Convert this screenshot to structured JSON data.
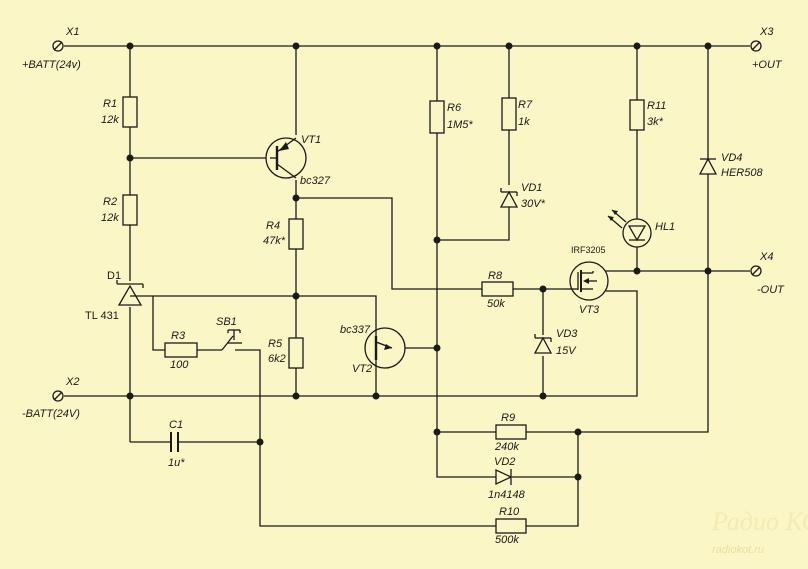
{
  "terminals": {
    "x1": {
      "ref": "X1",
      "label": "+BATT(24v)"
    },
    "x2": {
      "ref": "X2",
      "label": "-BATT(24V)"
    },
    "x3": {
      "ref": "X3",
      "label": "+OUT"
    },
    "x4": {
      "ref": "X4",
      "label": "-OUT"
    }
  },
  "components": {
    "r1": {
      "ref": "R1",
      "value": "12k"
    },
    "r2": {
      "ref": "R2",
      "value": "12k"
    },
    "r3": {
      "ref": "R3",
      "value": "100"
    },
    "r4": {
      "ref": "R4",
      "value": "47k*"
    },
    "r5": {
      "ref": "R5",
      "value": "6k2"
    },
    "r6": {
      "ref": "R6",
      "value": "1M5*"
    },
    "r7": {
      "ref": "R7",
      "value": "1k"
    },
    "r8": {
      "ref": "R8",
      "value": "50k"
    },
    "r9": {
      "ref": "R9",
      "value": "240k"
    },
    "r10": {
      "ref": "R10",
      "value": "500k"
    },
    "r11": {
      "ref": "R11",
      "value": "3k*"
    },
    "vt1": {
      "ref": "VT1",
      "value": "bc327"
    },
    "vt2": {
      "ref": "VT2",
      "value": "bc337"
    },
    "vt3": {
      "ref": "VT3",
      "value": "IRF3205"
    },
    "d1": {
      "ref": "D1",
      "value": "TL 431"
    },
    "vd1": {
      "ref": "VD1",
      "value": "30V*"
    },
    "vd2": {
      "ref": "VD2",
      "value": "1n4148"
    },
    "vd3": {
      "ref": "VD3",
      "value": "15V"
    },
    "vd4": {
      "ref": "VD4",
      "value": "HER508"
    },
    "hl1": {
      "ref": "HL1"
    },
    "sb1": {
      "ref": "SB1"
    },
    "c1": {
      "ref": "C1",
      "value": "1u*"
    }
  },
  "watermark": {
    "brand": "Радио КОТ",
    "site": "radiokot.ru"
  }
}
